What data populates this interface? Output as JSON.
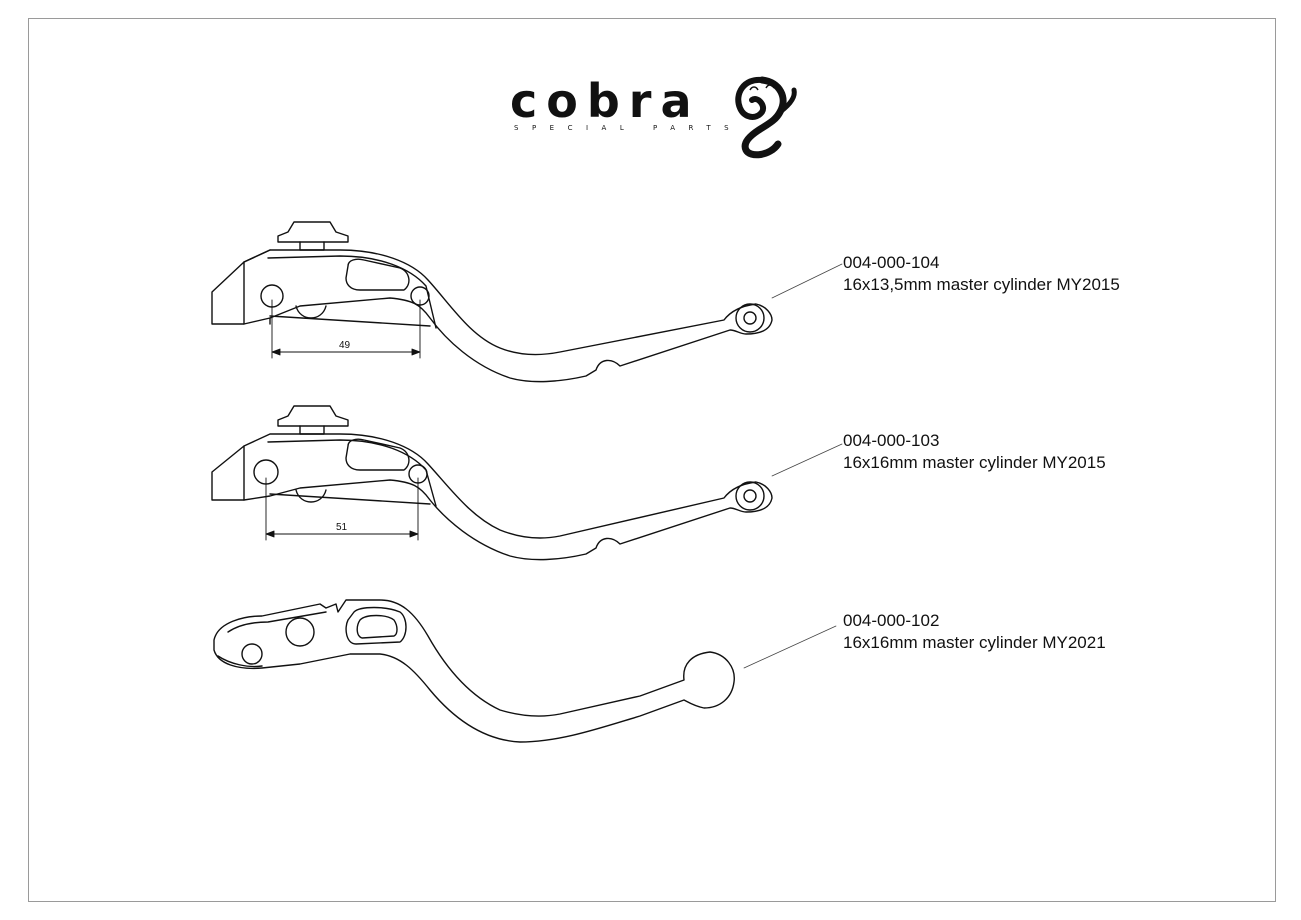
{
  "brand": {
    "name": "cobra",
    "tagline": "SPECIAL PARTS"
  },
  "parts": [
    {
      "code": "004-000-104",
      "description": "16x13,5mm master cylinder MY2015",
      "dimension": "49"
    },
    {
      "code": "004-000-103",
      "description": "16x16mm master cylinder MY2015",
      "dimension": "51"
    },
    {
      "code": "004-000-102",
      "description": "16x16mm master cylinder MY2021"
    }
  ],
  "colors": {
    "line": "#111111",
    "frame": "#9a9a9a",
    "background": "#ffffff"
  }
}
